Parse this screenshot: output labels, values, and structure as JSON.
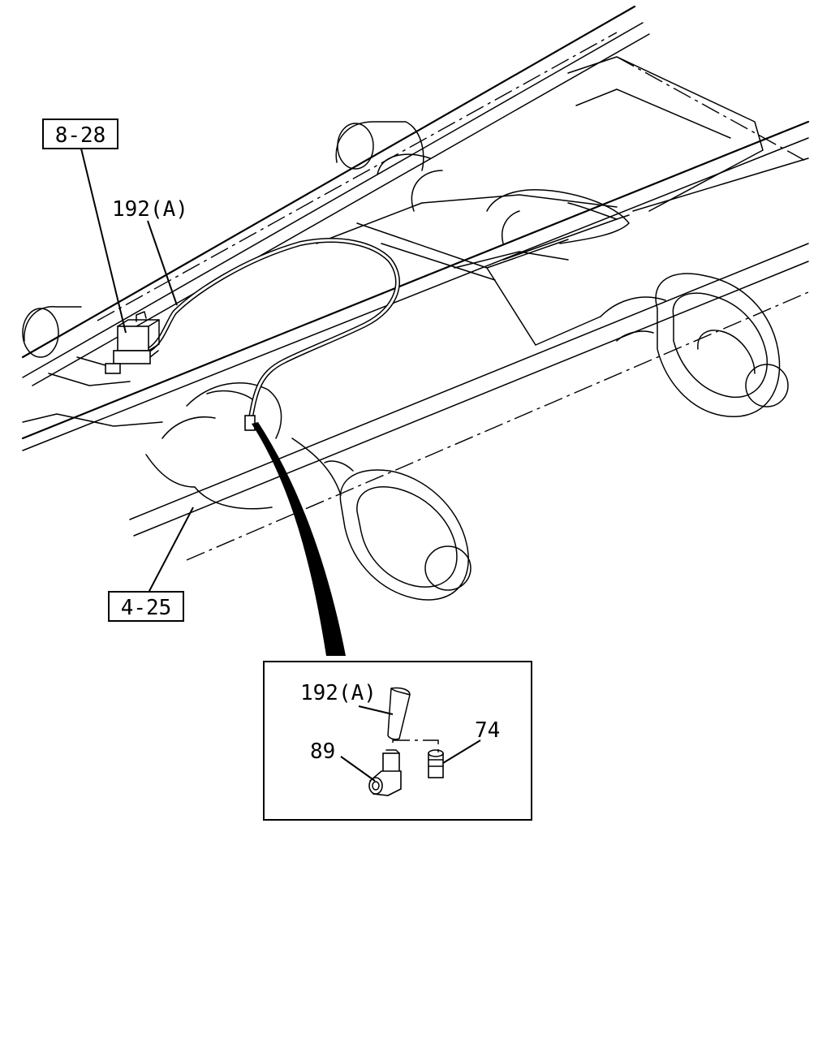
{
  "labels": {
    "ref_top": "8-28",
    "ref_bottom": "4-25",
    "pipe_main": "192(A)",
    "detail_pipe": "192(A)",
    "detail_elbow": "89",
    "detail_cap": "74"
  },
  "colors": {
    "line": "#000000",
    "background": "#ffffff"
  }
}
